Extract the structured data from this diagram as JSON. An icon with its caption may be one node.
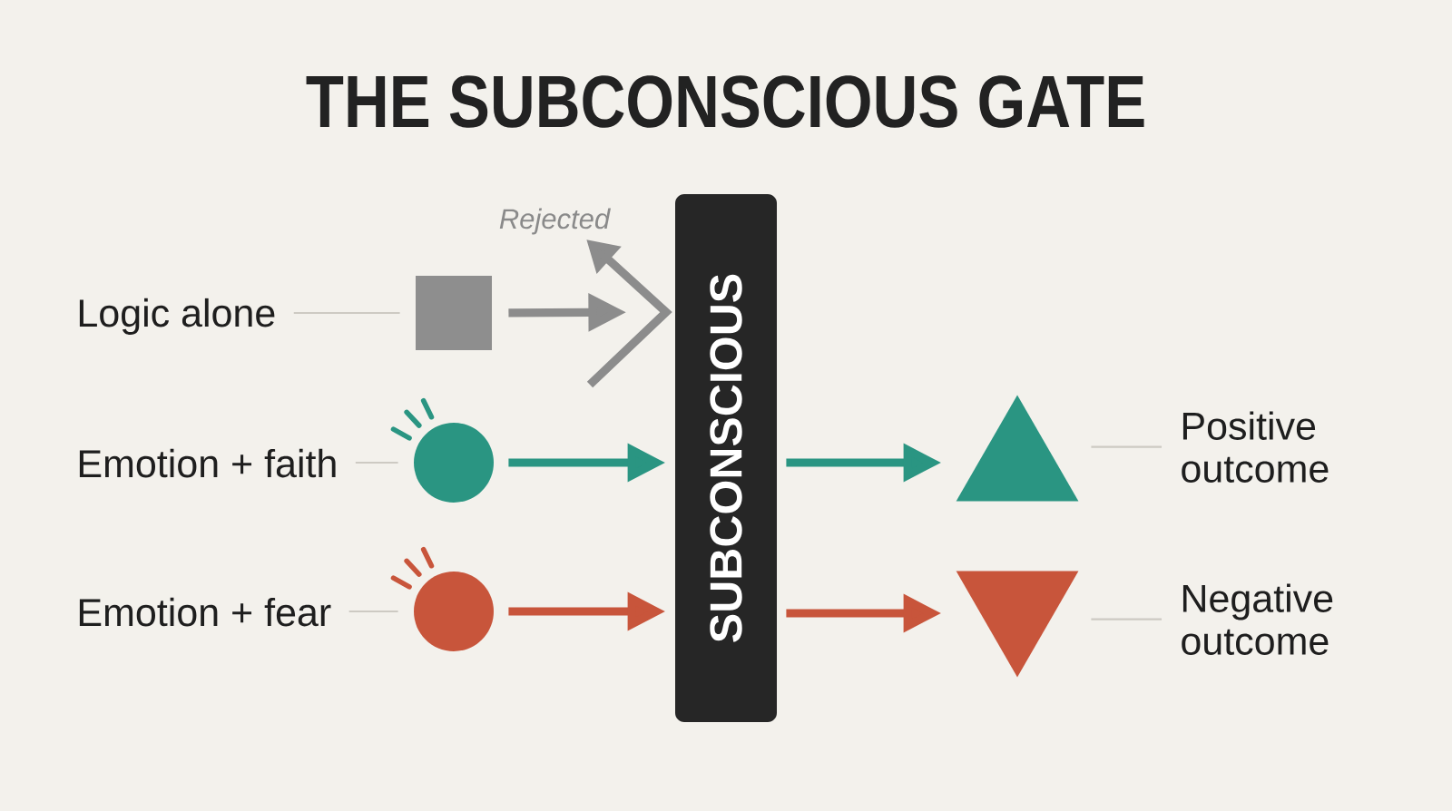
{
  "diagram": {
    "title": "THE SUBCONSCIOUS GATE",
    "nodes": [
      {
        "text": [
          "Logic alone"
        ]
      },
      {
        "text": [],
        "shape": "box"
      },
      {
        "text": [],
        "shape": "chevron",
        "beside": [
          "Rejected"
        ]
      },
      {
        "text": [
          "SUBCONSCIOUS"
        ]
      },
      {
        "text": [
          "Emotion + faith"
        ]
      },
      {
        "text": [],
        "shape": "circle"
      },
      {
        "text": [],
        "shape": "triangle"
      },
      {
        "text": [
          "Positive outcome"
        ]
      },
      {
        "text": [
          "Emotion + fear"
        ]
      },
      {
        "text": [],
        "shape": "circle"
      },
      {
        "text": [],
        "shape": "triangle"
      },
      {
        "text": [
          "Negative outcome"
        ]
      }
    ],
    "edges": [
      {
        "from": 0,
        "to": 1,
        "arrow": "none"
      },
      {
        "from": 1,
        "to": 2,
        "arrow": "to",
        "style": "thick",
        "color": "#8c8c8c"
      },
      {
        "from": 4,
        "to": 5,
        "arrow": "none"
      },
      {
        "from": 5,
        "to": 3,
        "arrow": "to",
        "style": "thick",
        "color": "#2a9582"
      },
      {
        "from": 3,
        "to": 6,
        "arrow": "to",
        "style": "thick",
        "color": "#2a9582"
      },
      {
        "from": 7,
        "to": 6,
        "arrow": "none"
      },
      {
        "from": 8,
        "to": 9,
        "arrow": "none"
      },
      {
        "from": 9,
        "to": 3,
        "arrow": "to",
        "style": "thick",
        "color": "#c8553b"
      },
      {
        "from": 3,
        "to": 10,
        "arrow": "to",
        "style": "thick",
        "color": "#c8553b"
      },
      {
        "from": 11,
        "to": 10,
        "arrow": "none"
      }
    ]
  }
}
